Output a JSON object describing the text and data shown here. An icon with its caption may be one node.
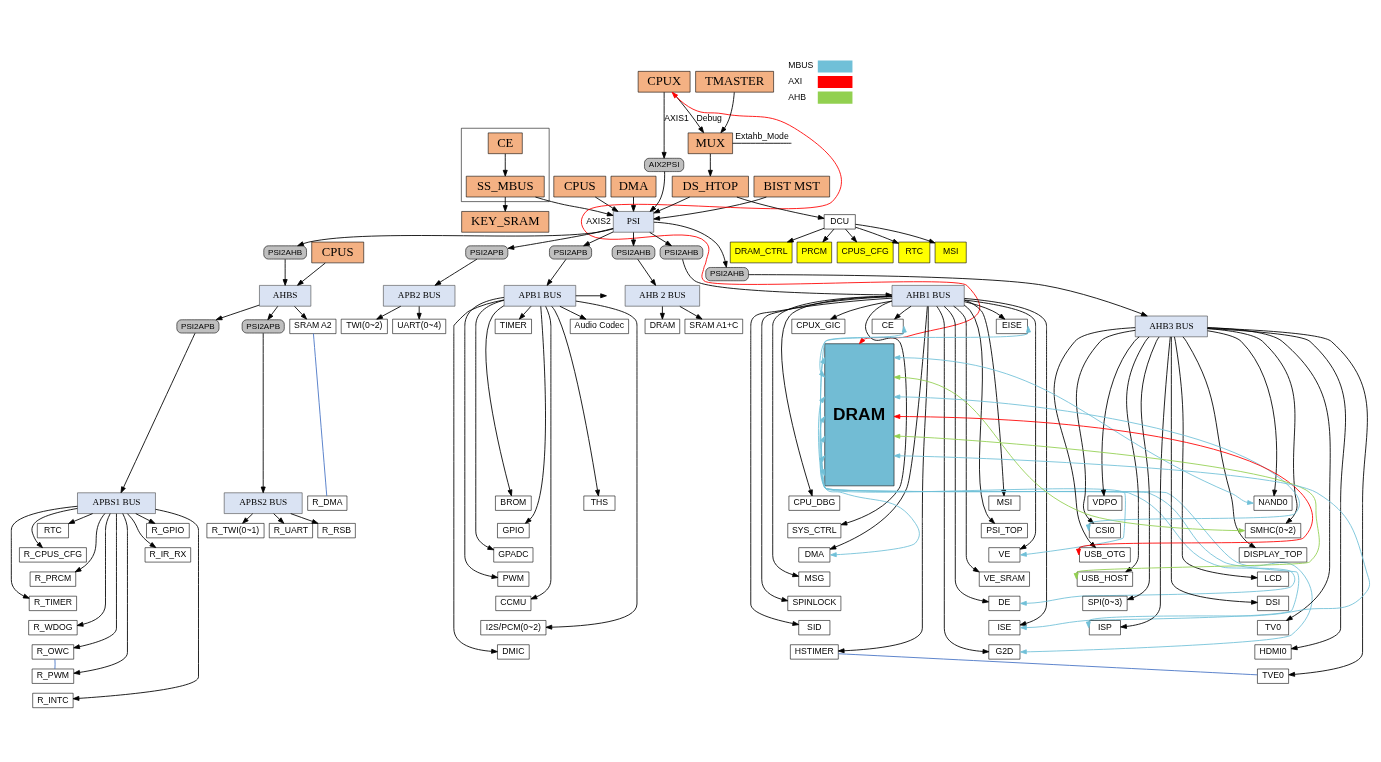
{
  "diagram": {
    "nodes": [
      {
        "text": [
          "DMA"
        ]
      },
      {
        "text": [
          "BIST MST"
        ]
      },
      {
        "text": [],
        "shape": "box"
      },
      {
        "text": [
          "CE"
        ],
        "in": 2
      },
      {
        "text": [
          "SS_MBUS"
        ],
        "in": 2
      },
      {
        "text": [
          "KEY_SRAM"
        ]
      },
      {
        "text": [
          "CPUS"
        ]
      },
      {
        "text": [
          "CPUX"
        ]
      },
      {
        "text": [
          "TMASTER"
        ]
      },
      {
        "text": [
          "MUX"
        ]
      },
      {
        "text": [
          "DS_HTOP"
        ]
      },
      {
        "text": [
          "DCU"
        ]
      },
      {
        "text": [
          "MSI"
        ]
      },
      {
        "text": [
          "DRAM_CTRL"
        ]
      },
      {
        "text": [
          "PRCM"
        ]
      },
      {
        "text": [
          "CPUS_CFG"
        ]
      },
      {
        "text": [
          "RTC"
        ]
      },
      {
        "text": [
          "AIX2PSI"
        ]
      },
      {
        "text": [
          "PSI"
        ]
      },
      {
        "text": [
          "PSI2AHB"
        ]
      },
      {
        "text": [
          "CPUS"
        ]
      },
      {
        "text": [
          "AHBS"
        ]
      },
      {
        "text": [
          "PSI2APB"
        ]
      },
      {
        "text": [
          "PSI2APB"
        ]
      },
      {
        "text": [
          "SRAM A2"
        ]
      },
      {
        "text": [
          "R_DMA"
        ]
      },
      {
        "text": [
          "APBS1 BUS"
        ]
      },
      {
        "text": [
          "RTC"
        ]
      },
      {
        "text": [
          "R_CPUS_CFG"
        ]
      },
      {
        "text": [
          "R_PRCM"
        ]
      },
      {
        "text": [
          "R_TIMER"
        ]
      },
      {
        "text": [
          "R_WDOG"
        ]
      },
      {
        "text": [
          "R_OWC"
        ]
      },
      {
        "text": [
          "R_PWM"
        ]
      },
      {
        "text": [
          "R_INTC"
        ]
      },
      {
        "text": [
          "R_GPIO"
        ]
      },
      {
        "text": [
          "R_IR_RX"
        ]
      },
      {
        "text": [
          "APBS2 BUS"
        ]
      },
      {
        "text": [
          "R_UART"
        ]
      },
      {
        "text": [
          "R_RSB"
        ]
      },
      {
        "text": [
          "R_TWI(0~1)"
        ]
      },
      {
        "text": [
          "PSI2APB"
        ]
      },
      {
        "text": [
          "APB2 BUS"
        ]
      },
      {
        "text": [
          "UART(0~4)"
        ]
      },
      {
        "text": [
          "TWI(0~2)"
        ]
      },
      {
        "text": [
          "PSI2APB"
        ]
      },
      {
        "text": [
          "APB1 BUS"
        ]
      },
      {
        "text": [
          "TIMER"
        ]
      },
      {
        "text": [
          "BROM"
        ]
      },
      {
        "text": [
          "GPIO"
        ]
      },
      {
        "text": [
          "GPADC"
        ]
      },
      {
        "text": [
          "PWM"
        ]
      },
      {
        "text": [
          "CCMU"
        ]
      },
      {
        "text": [
          "I2S/PCM(0~2)"
        ]
      },
      {
        "text": [
          "DMIC"
        ]
      },
      {
        "text": [
          "Audio Codec"
        ]
      },
      {
        "text": [
          "THS"
        ]
      },
      {
        "text": [
          "PSI2AHB"
        ]
      },
      {
        "text": [
          "AHB 2 BUS"
        ]
      },
      {
        "text": [
          "SRAM A1+C"
        ]
      },
      {
        "text": [
          "DRAM"
        ]
      },
      {
        "text": [
          "PSI2AHB"
        ]
      },
      {
        "text": [
          "AHB1 BUS"
        ]
      },
      {
        "text": [
          "CPUX_GIC"
        ]
      },
      {
        "text": [
          "CPU_DBG"
        ]
      },
      {
        "text": [
          "SYS_CTRL"
        ]
      },
      {
        "text": [
          "DMA"
        ]
      },
      {
        "text": [
          "MSG"
        ]
      },
      {
        "text": [
          "SPINLOCK"
        ]
      },
      {
        "text": [
          "SID"
        ]
      },
      {
        "text": [
          "HSTIMER"
        ]
      },
      {
        "text": [
          "EISE"
        ]
      },
      {
        "text": [
          "MSI"
        ]
      },
      {
        "text": [
          "PSI_TOP"
        ]
      },
      {
        "text": [
          "VE"
        ]
      },
      {
        "text": [
          "VE_SRAM"
        ]
      },
      {
        "text": [
          "DE"
        ]
      },
      {
        "text": [
          "ISE"
        ]
      },
      {
        "text": [
          "G2D"
        ]
      },
      {
        "text": [
          "CE"
        ]
      },
      {
        "text": [
          "DRAM"
        ]
      },
      {
        "text": [
          "PSI2AHB"
        ]
      },
      {
        "text": [
          "AHB3 BUS"
        ]
      },
      {
        "text": [
          "NAND0"
        ]
      },
      {
        "text": [
          "SMHC(0~2)"
        ]
      },
      {
        "text": [
          "DISPLAY_TOP"
        ]
      },
      {
        "text": [
          "LCD"
        ]
      },
      {
        "text": [
          "DSI"
        ]
      },
      {
        "text": [
          "TV0"
        ]
      },
      {
        "text": [
          "HDMI0"
        ]
      },
      {
        "text": [
          "TVE0"
        ]
      },
      {
        "text": [
          "VDPO"
        ]
      },
      {
        "text": [
          "CSI0"
        ]
      },
      {
        "text": [
          "USB_OTG"
        ]
      },
      {
        "text": [
          "USB_HOST"
        ]
      },
      {
        "text": [
          "SPI(0~3)"
        ]
      },
      {
        "text": [
          "ISP"
        ]
      }
    ],
    "edges": [
      {
        "from": 0,
        "to": 18,
        "arrow": "to"
      },
      {
        "from": 1,
        "to": 18,
        "arrow": "to"
      },
      {
        "from": 3,
        "to": 4,
        "arrow": "to"
      },
      {
        "from": 4,
        "to": 5,
        "arrow": "to"
      },
      {
        "from": 4,
        "to": 18,
        "arrow": "to"
      },
      {
        "from": 6,
        "to": 18,
        "arrow": "to"
      },
      {
        "from": 7,
        "to": 9,
        "arrow": "to",
        "label": "Debug"
      },
      {
        "from": 8,
        "to": 9,
        "arrow": "to"
      },
      {
        "from": 9,
        "to": null,
        "arrow": "none",
        "label": "Extahb_Mode"
      },
      {
        "from": 9,
        "to": 10,
        "arrow": "to"
      },
      {
        "from": 10,
        "to": 11,
        "arrow": "to"
      },
      {
        "from": 11,
        "to": 12,
        "arrow": "to"
      },
      {
        "from": 11,
        "to": 13,
        "arrow": "to"
      },
      {
        "from": 11,
        "to": 14,
        "arrow": "to"
      },
      {
        "from": 11,
        "to": 15,
        "arrow": "to"
      },
      {
        "from": 11,
        "to": 16,
        "arrow": "to"
      },
      {
        "from": 10,
        "to": 18,
        "arrow": "to"
      },
      {
        "from": 7,
        "to": 17,
        "arrow": "to",
        "label": "AXIS1"
      },
      {
        "from": 17,
        "to": 18,
        "arrow": "to"
      },
      {
        "from": 7,
        "to": 80,
        "arrow": "both",
        "label": "AXIS2",
        "color": "#ff0000"
      },
      {
        "from": 18,
        "to": 19,
        "arrow": "to"
      },
      {
        "from": 19,
        "to": 21,
        "arrow": "to"
      },
      {
        "from": 20,
        "to": 21,
        "arrow": "to"
      },
      {
        "from": 21,
        "to": 22,
        "arrow": "to"
      },
      {
        "from": 21,
        "to": 23,
        "arrow": "to"
      },
      {
        "from": 21,
        "to": 24,
        "arrow": "to"
      },
      {
        "from": 24,
        "to": 25,
        "arrow": "none",
        "color": "#4472c4"
      },
      {
        "from": 22,
        "to": 26,
        "arrow": "to"
      },
      {
        "from": 26,
        "to": 27,
        "arrow": "to"
      },
      {
        "from": 26,
        "to": 28,
        "arrow": "to"
      },
      {
        "from": 26,
        "to": 29,
        "arrow": "to"
      },
      {
        "from": 26,
        "to": 30,
        "arrow": "to"
      },
      {
        "from": 26,
        "to": 31,
        "arrow": "to"
      },
      {
        "from": 26,
        "to": 32,
        "arrow": "to"
      },
      {
        "from": 26,
        "to": 33,
        "arrow": "to"
      },
      {
        "from": 26,
        "to": 34,
        "arrow": "to"
      },
      {
        "from": 26,
        "to": 35,
        "arrow": "to"
      },
      {
        "from": 26,
        "to": 36,
        "arrow": "to"
      },
      {
        "from": 32,
        "to": 33,
        "arrow": "none",
        "color": "#4472c4"
      },
      {
        "from": 23,
        "to": 37,
        "arrow": "to"
      },
      {
        "from": 37,
        "to": 38,
        "arrow": "to"
      },
      {
        "from": 37,
        "to": 39,
        "arrow": "to"
      },
      {
        "from": 37,
        "to": 40,
        "arrow": "to"
      },
      {
        "from": 18,
        "to": 41,
        "arrow": "to"
      },
      {
        "from": 41,
        "to": 42,
        "arrow": "to"
      },
      {
        "from": 42,
        "to": 43,
        "arrow": "to"
      },
      {
        "from": 42,
        "to": 44,
        "arrow": "to"
      },
      {
        "from": 18,
        "to": 45,
        "arrow": "to"
      },
      {
        "from": 45,
        "to": 46,
        "arrow": "to"
      },
      {
        "from": 46,
        "to": 47,
        "arrow": "to"
      },
      {
        "from": 46,
        "to": 48,
        "arrow": "to"
      },
      {
        "from": 46,
        "to": 49,
        "arrow": "to"
      },
      {
        "from": 46,
        "to": 50,
        "arrow": "to"
      },
      {
        "from": 46,
        "to": 51,
        "arrow": "to"
      },
      {
        "from": 46,
        "to": 52,
        "arrow": "to"
      },
      {
        "from": 46,
        "to": 53,
        "arrow": "to"
      },
      {
        "from": 46,
        "to": 54,
        "arrow": "to"
      },
      {
        "from": 46,
        "to": 55,
        "arrow": "to"
      },
      {
        "from": 46,
        "to": 56,
        "arrow": "to"
      },
      {
        "from": 46,
        "to": null,
        "arrow": "to"
      },
      {
        "from": 18,
        "to": 57,
        "arrow": "to"
      },
      {
        "from": 57,
        "to": 58,
        "arrow": "to"
      },
      {
        "from": 58,
        "to": 59,
        "arrow": "to"
      },
      {
        "from": 58,
        "to": 60,
        "arrow": "to"
      },
      {
        "from": 18,
        "to": 61,
        "arrow": "to"
      },
      {
        "from": 61,
        "to": 62,
        "arrow": "to"
      },
      {
        "from": 62,
        "to": 63,
        "arrow": "to"
      },
      {
        "from": 62,
        "to": 64,
        "arrow": "to"
      },
      {
        "from": 62,
        "to": 65,
        "arrow": "to"
      },
      {
        "from": 62,
        "to": 66,
        "arrow": "to"
      },
      {
        "from": 62,
        "to": 67,
        "arrow": "to"
      },
      {
        "from": 62,
        "to": 68,
        "arrow": "to"
      },
      {
        "from": 62,
        "to": 69,
        "arrow": "to"
      },
      {
        "from": 62,
        "to": 70,
        "arrow": "to"
      },
      {
        "from": 62,
        "to": 71,
        "arrow": "to"
      },
      {
        "from": 62,
        "to": 72,
        "arrow": "to"
      },
      {
        "from": 62,
        "to": 73,
        "arrow": "to"
      },
      {
        "from": 62,
        "to": 74,
        "arrow": "to"
      },
      {
        "from": 62,
        "to": 75,
        "arrow": "to"
      },
      {
        "from": 62,
        "to": 76,
        "arrow": "to"
      },
      {
        "from": 62,
        "to": 77,
        "arrow": "to"
      },
      {
        "from": 62,
        "to": 78,
        "arrow": "to"
      },
      {
        "from": 62,
        "to": 79,
        "arrow": "to"
      },
      {
        "from": 66,
        "to": 80,
        "arrow": "both",
        "color": "#70c0d8"
      },
      {
        "from": 71,
        "to": 80,
        "arrow": "both",
        "color": "#70c0d8"
      },
      {
        "from": 74,
        "to": 80,
        "arrow": "both",
        "color": "#70c0d8"
      },
      {
        "from": 76,
        "to": 80,
        "arrow": "both",
        "color": "#70c0d8"
      },
      {
        "from": 77,
        "to": 80,
        "arrow": "both",
        "color": "#70c0d8"
      },
      {
        "from": 78,
        "to": 80,
        "arrow": "both",
        "color": "#70c0d8"
      },
      {
        "from": 79,
        "to": 80,
        "arrow": "both",
        "color": "#70c0d8"
      },
      {
        "from": 70,
        "to": 90,
        "arrow": "none",
        "color": "#4472c4"
      },
      {
        "from": 18,
        "to": 81,
        "arrow": "to"
      },
      {
        "from": 81,
        "to": 82,
        "arrow": "to"
      },
      {
        "from": 82,
        "to": 83,
        "arrow": "to"
      },
      {
        "from": 82,
        "to": 84,
        "arrow": "to"
      },
      {
        "from": 82,
        "to": 85,
        "arrow": "to"
      },
      {
        "from": 82,
        "to": 86,
        "arrow": "to"
      },
      {
        "from": 82,
        "to": 87,
        "arrow": "to"
      },
      {
        "from": 82,
        "to": 88,
        "arrow": "to"
      },
      {
        "from": 82,
        "to": 89,
        "arrow": "to"
      },
      {
        "from": 82,
        "to": 90,
        "arrow": "to"
      },
      {
        "from": 82,
        "to": 91,
        "arrow": "to"
      },
      {
        "from": 82,
        "to": 92,
        "arrow": "to"
      },
      {
        "from": 82,
        "to": 93,
        "arrow": "to"
      },
      {
        "from": 82,
        "to": 94,
        "arrow": "to"
      },
      {
        "from": 82,
        "to": 95,
        "arrow": "to"
      },
      {
        "from": 82,
        "to": 96,
        "arrow": "to"
      },
      {
        "from": 83,
        "to": 80,
        "arrow": "both",
        "color": "#70c0d8"
      },
      {
        "from": 84,
        "to": 80,
        "arrow": "both",
        "color": "#92d050"
      },
      {
        "from": 92,
        "to": 80,
        "arrow": "both",
        "color": "#70c0d8"
      },
      {
        "from": 93,
        "to": 80,
        "arrow": "both",
        "color": "#ff0000"
      },
      {
        "from": 94,
        "to": 80,
        "arrow": "both",
        "color": "#92d050"
      },
      {
        "from": 96,
        "to": 80,
        "arrow": "both",
        "color": "#70c0d8"
      }
    ],
    "legend": [
      {
        "text": "MBUS",
        "color": "#70c0d8"
      },
      {
        "text": "AXI",
        "color": "#ff0000"
      },
      {
        "text": "AHB",
        "color": "#92d050"
      }
    ]
  }
}
